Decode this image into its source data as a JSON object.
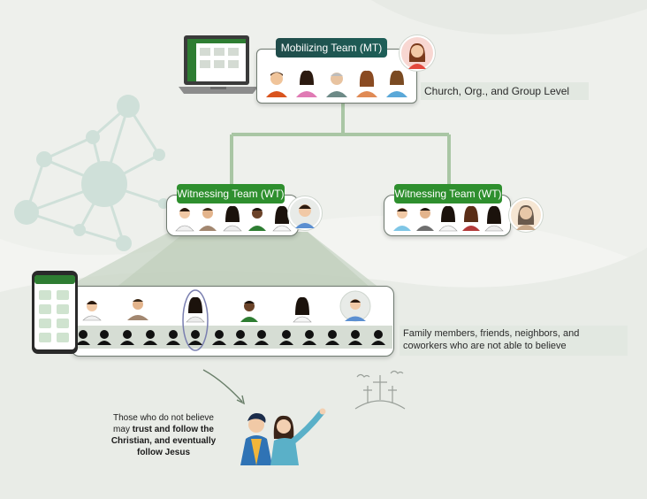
{
  "mobilizing_team": {
    "title": "Mobilizing Team (MT)",
    "level_label": "Church, Org., and Group Level"
  },
  "witnessing_team_left": {
    "title": "Witnessing Team (WT)"
  },
  "witnessing_team_right": {
    "title": "Witnessing Team (WT)"
  },
  "community": {
    "description_line1": "Family members, friends, neighbors, and",
    "description_line2": "coworkers who are not able to believe"
  },
  "outcome": {
    "line1": "Those who do not believe",
    "line2_plain": "may ",
    "line2_bold": "trust and follow the",
    "line3_bold": "Christian, and eventually",
    "line4_bold": "follow Jesus"
  },
  "colors": {
    "accent_green": "#2e8f2e",
    "mt_teal": "#204c4a",
    "connector_green": "#a9c6a4",
    "band": "#e2e8e1"
  },
  "icons": [
    "laptop-icon",
    "smartphone-icon",
    "network-icon",
    "cross-hill-icon",
    "arrow-icon",
    "person-icon"
  ]
}
